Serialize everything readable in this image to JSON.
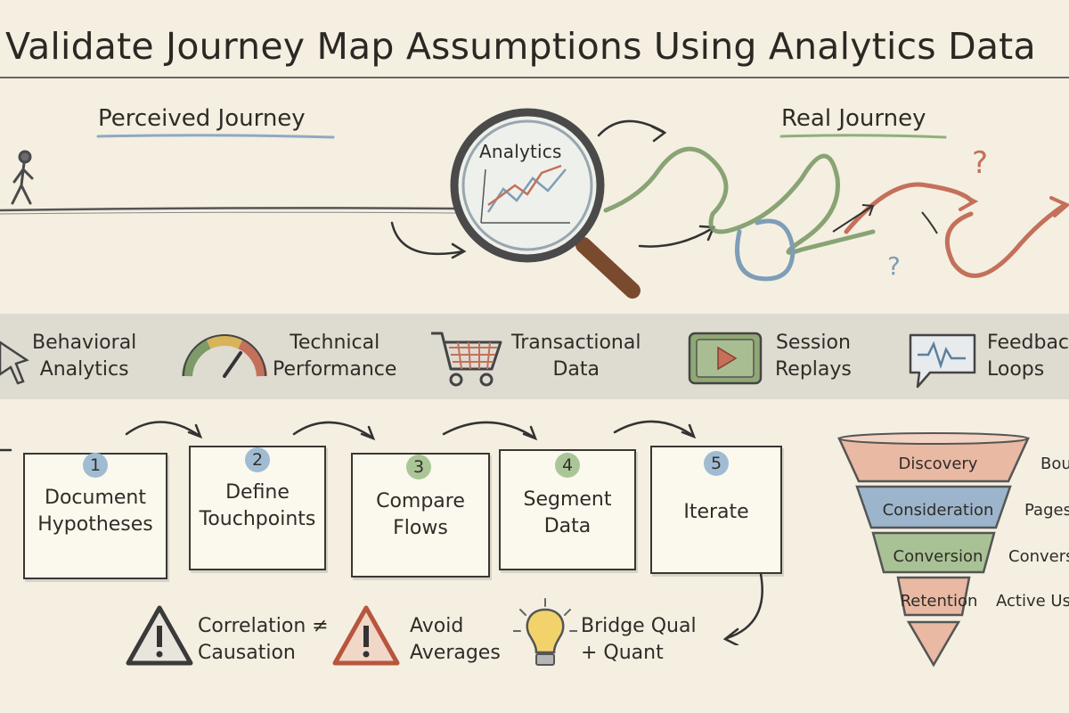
{
  "title": "Validate Journey Map Assumptions Using Analytics Data",
  "journey": {
    "perceived": "Perceived Journey",
    "real": "Real Journey",
    "lens_label": "Analytics"
  },
  "data_sources": [
    {
      "line1": "Behavioral",
      "line2": "Analytics",
      "icon": "cursor-icon"
    },
    {
      "line1": "Technical",
      "line2": "Performance",
      "icon": "gauge-icon"
    },
    {
      "line1": "Transactional",
      "line2": "Data",
      "icon": "cart-icon"
    },
    {
      "line1": "Session",
      "line2": "Replays",
      "icon": "play-icon"
    },
    {
      "line1": "Feedbac",
      "line2": "Loops",
      "icon": "chat-wave-icon"
    }
  ],
  "steps": [
    {
      "num": "1",
      "line1": "Document",
      "line2": "Hypotheses",
      "color": "#7aa7c7"
    },
    {
      "num": "2",
      "line1": "Define",
      "line2": "Touchpoints",
      "color": "#7aa7c7"
    },
    {
      "num": "3",
      "line1": "Compare",
      "line2": "Flows",
      "color": "#8fb07a"
    },
    {
      "num": "4",
      "line1": "Segment",
      "line2": "Data",
      "color": "#8fb07a"
    },
    {
      "num": "5",
      "line1": "Iterate",
      "line2": "",
      "color": "#7aa7c7"
    }
  ],
  "funnel": [
    {
      "stage": "Discovery",
      "metric": "Bou",
      "color": "#e9b9a3"
    },
    {
      "stage": "Consideration",
      "metric": "Pages",
      "color": "#9db5cc"
    },
    {
      "stage": "Conversion",
      "metric": "Convers",
      "color": "#a9c295"
    },
    {
      "stage": "Retention",
      "metric": "Active Us",
      "color": "#e9b9a3"
    },
    {
      "stage": "",
      "metric": "",
      "color": "#e9b9a3"
    }
  ],
  "caveats": [
    {
      "line1": "Correlation ≠",
      "line2": "Causation",
      "icon": "warning-icon"
    },
    {
      "line1": "Avoid",
      "line2": "Averages",
      "icon": "warning-icon"
    },
    {
      "line1": "Bridge Qual",
      "line2": "+ Quant",
      "icon": "lightbulb-icon"
    }
  ],
  "colors": {
    "background": "#f4efe1",
    "ink": "#2f2c28",
    "green": "#7d9a68",
    "blue": "#7e9db6",
    "red": "#c4705a"
  }
}
